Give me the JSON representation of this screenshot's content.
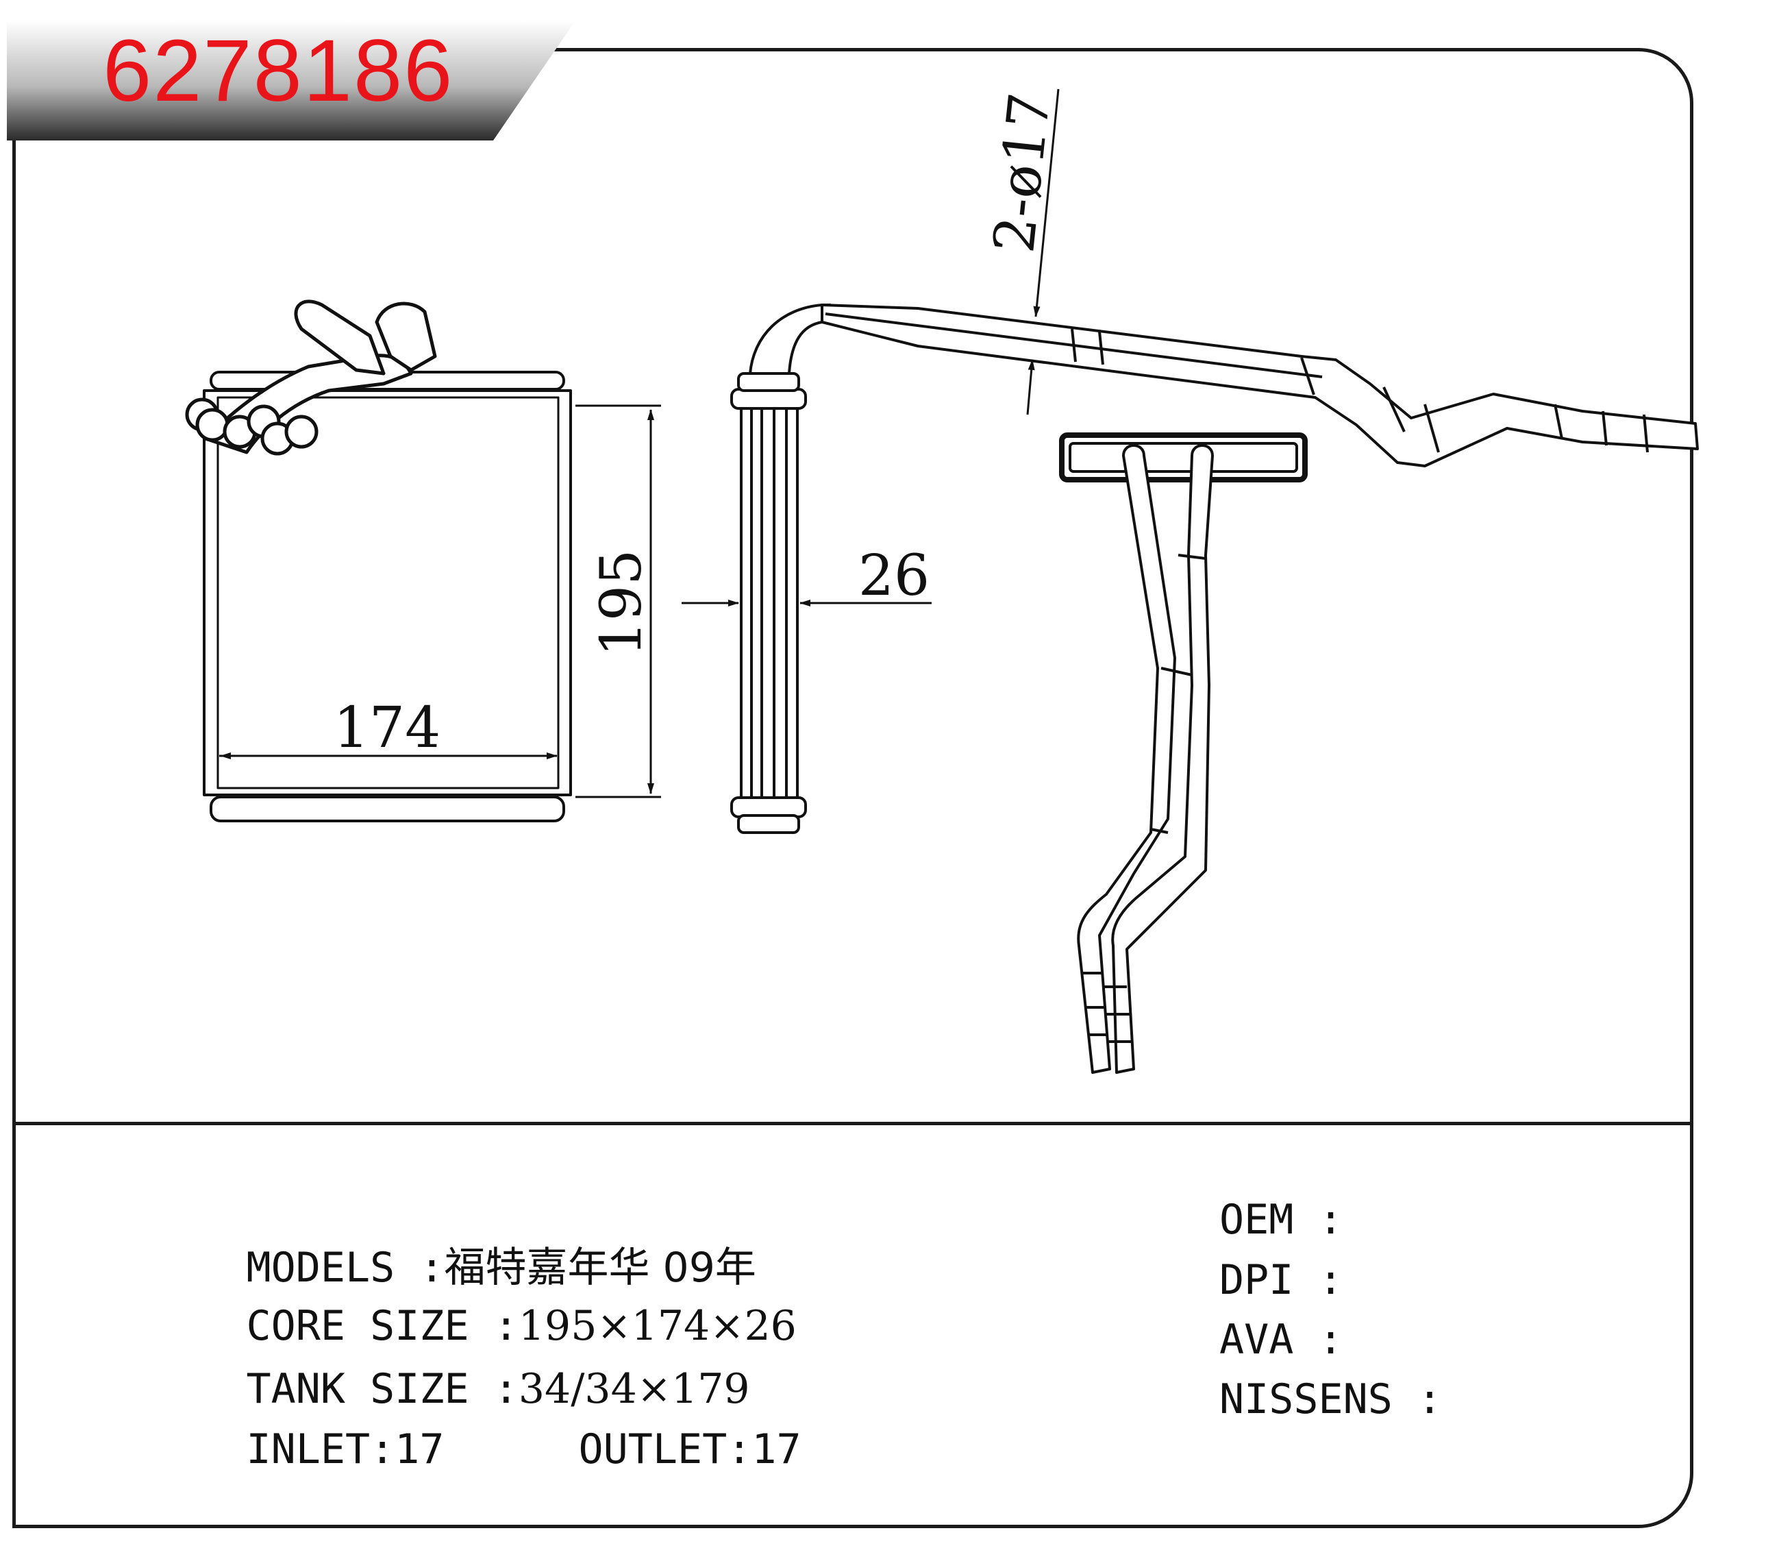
{
  "part_number": "6278186",
  "dimensions": {
    "height": "195",
    "width": "174",
    "thickness": "26",
    "pipe": "2-ø17"
  },
  "specs": {
    "models_label": "MODELS :",
    "models_value": "福特嘉年华 09年",
    "core_label": "CORE SIZE :",
    "core_value": "195×174×26",
    "tank_label": "TANK SIZE :",
    "tank_value": "34/34×179",
    "inlet_label": "INLET:",
    "inlet_value": "17",
    "outlet_label": "OUTLET:",
    "outlet_value": "17"
  },
  "refs": {
    "oem": "OEM :",
    "dpi": "DPI :",
    "ava": "AVA :",
    "nissens": "NISSENS :"
  },
  "colors": {
    "part_number": "#e8141a",
    "line": "#1a1a1a"
  }
}
